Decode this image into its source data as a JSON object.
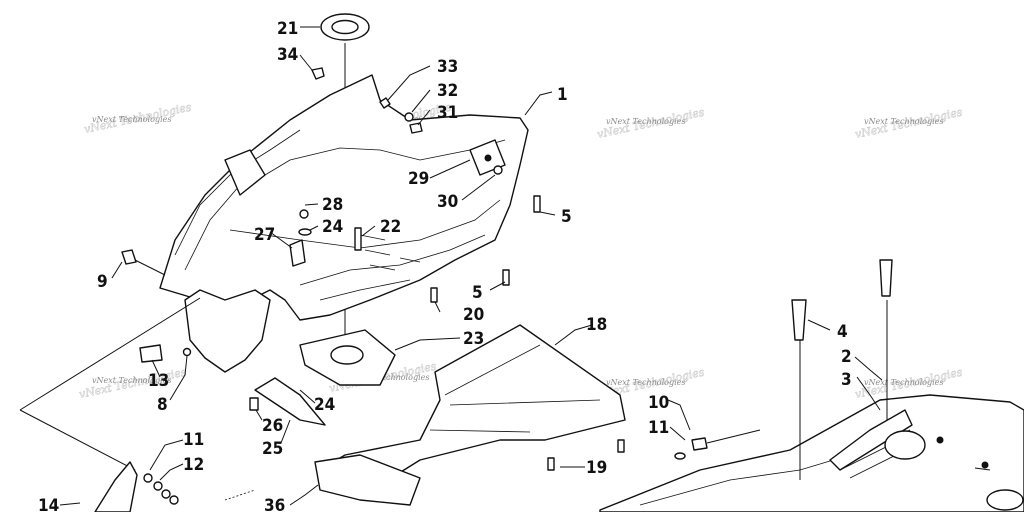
{
  "watermark": "vNext Technologies",
  "callouts": [
    {
      "id": "c21",
      "label": "21"
    },
    {
      "id": "c34",
      "label": "34"
    },
    {
      "id": "c33",
      "label": "33"
    },
    {
      "id": "c32",
      "label": "32"
    },
    {
      "id": "c31",
      "label": "31"
    },
    {
      "id": "c1",
      "label": "1"
    },
    {
      "id": "c29",
      "label": "29"
    },
    {
      "id": "c30",
      "label": "30"
    },
    {
      "id": "c5a",
      "label": "5"
    },
    {
      "id": "c28",
      "label": "28"
    },
    {
      "id": "c27",
      "label": "27"
    },
    {
      "id": "c24a",
      "label": "24"
    },
    {
      "id": "c22",
      "label": "22"
    },
    {
      "id": "c9",
      "label": "9"
    },
    {
      "id": "c5b",
      "label": "5"
    },
    {
      "id": "c20",
      "label": "20"
    },
    {
      "id": "c18",
      "label": "18"
    },
    {
      "id": "c23",
      "label": "23"
    },
    {
      "id": "c13",
      "label": "13"
    },
    {
      "id": "c8",
      "label": "8"
    },
    {
      "id": "c24b",
      "label": "24"
    },
    {
      "id": "c26",
      "label": "26"
    },
    {
      "id": "c25",
      "label": "25"
    },
    {
      "id": "c4",
      "label": "4"
    },
    {
      "id": "c2",
      "label": "2"
    },
    {
      "id": "c3",
      "label": "3"
    },
    {
      "id": "c10",
      "label": "10"
    },
    {
      "id": "c11a",
      "label": "11"
    },
    {
      "id": "c19",
      "label": "19"
    },
    {
      "id": "c11b",
      "label": "11"
    },
    {
      "id": "c12",
      "label": "12"
    },
    {
      "id": "c14",
      "label": "14"
    },
    {
      "id": "c36",
      "label": "36"
    }
  ]
}
